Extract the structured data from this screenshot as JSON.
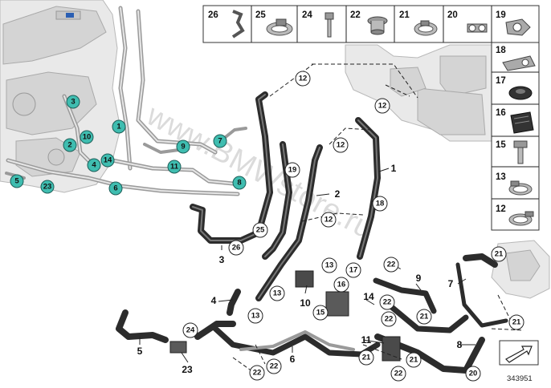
{
  "parts_panel_top": [
    {
      "number": "26",
      "icon": "clip-icon"
    },
    {
      "number": "25",
      "icon": "hose-clamp-icon"
    },
    {
      "number": "24",
      "icon": "screw-icon"
    },
    {
      "number": "22",
      "icon": "plug-icon"
    },
    {
      "number": "21",
      "icon": "hose-clamp-icon"
    },
    {
      "number": "20",
      "icon": "double-clip-icon"
    },
    {
      "number": "19",
      "icon": "holder-icon"
    }
  ],
  "parts_panel_right": [
    {
      "number": "18",
      "icon": "bracket-icon"
    },
    {
      "number": "17",
      "icon": "grommet-icon"
    },
    {
      "number": "16",
      "icon": "rubber-mount-icon"
    },
    {
      "number": "15",
      "icon": "bolt-icon"
    },
    {
      "number": "13",
      "icon": "hose-clamp-icon"
    },
    {
      "number": "12",
      "icon": "hose-clamp-icon"
    }
  ],
  "teal_callouts": [
    "1",
    "2",
    "3",
    "4",
    "5",
    "6",
    "7",
    "8",
    "9",
    "10",
    "11",
    "14",
    "23"
  ],
  "circle_callouts": [
    "12",
    "12",
    "12",
    "12",
    "19",
    "18",
    "25",
    "26",
    "13",
    "13",
    "13",
    "17",
    "16",
    "15",
    "22",
    "22",
    "22",
    "22",
    "22",
    "22",
    "24",
    "21",
    "21",
    "21",
    "21",
    "21",
    "20"
  ],
  "part_labels": [
    "1",
    "2",
    "3",
    "4",
    "5",
    "6",
    "7",
    "8",
    "9",
    "10",
    "11",
    "14",
    "23"
  ],
  "watermark": "www.BMWstore.ru",
  "diagram_number": "343951",
  "colors": {
    "teal": "#3fbdb0",
    "hose": "#2c2c2c",
    "pipe": "#9a9a9a",
    "engine": "#e9e9e9"
  }
}
